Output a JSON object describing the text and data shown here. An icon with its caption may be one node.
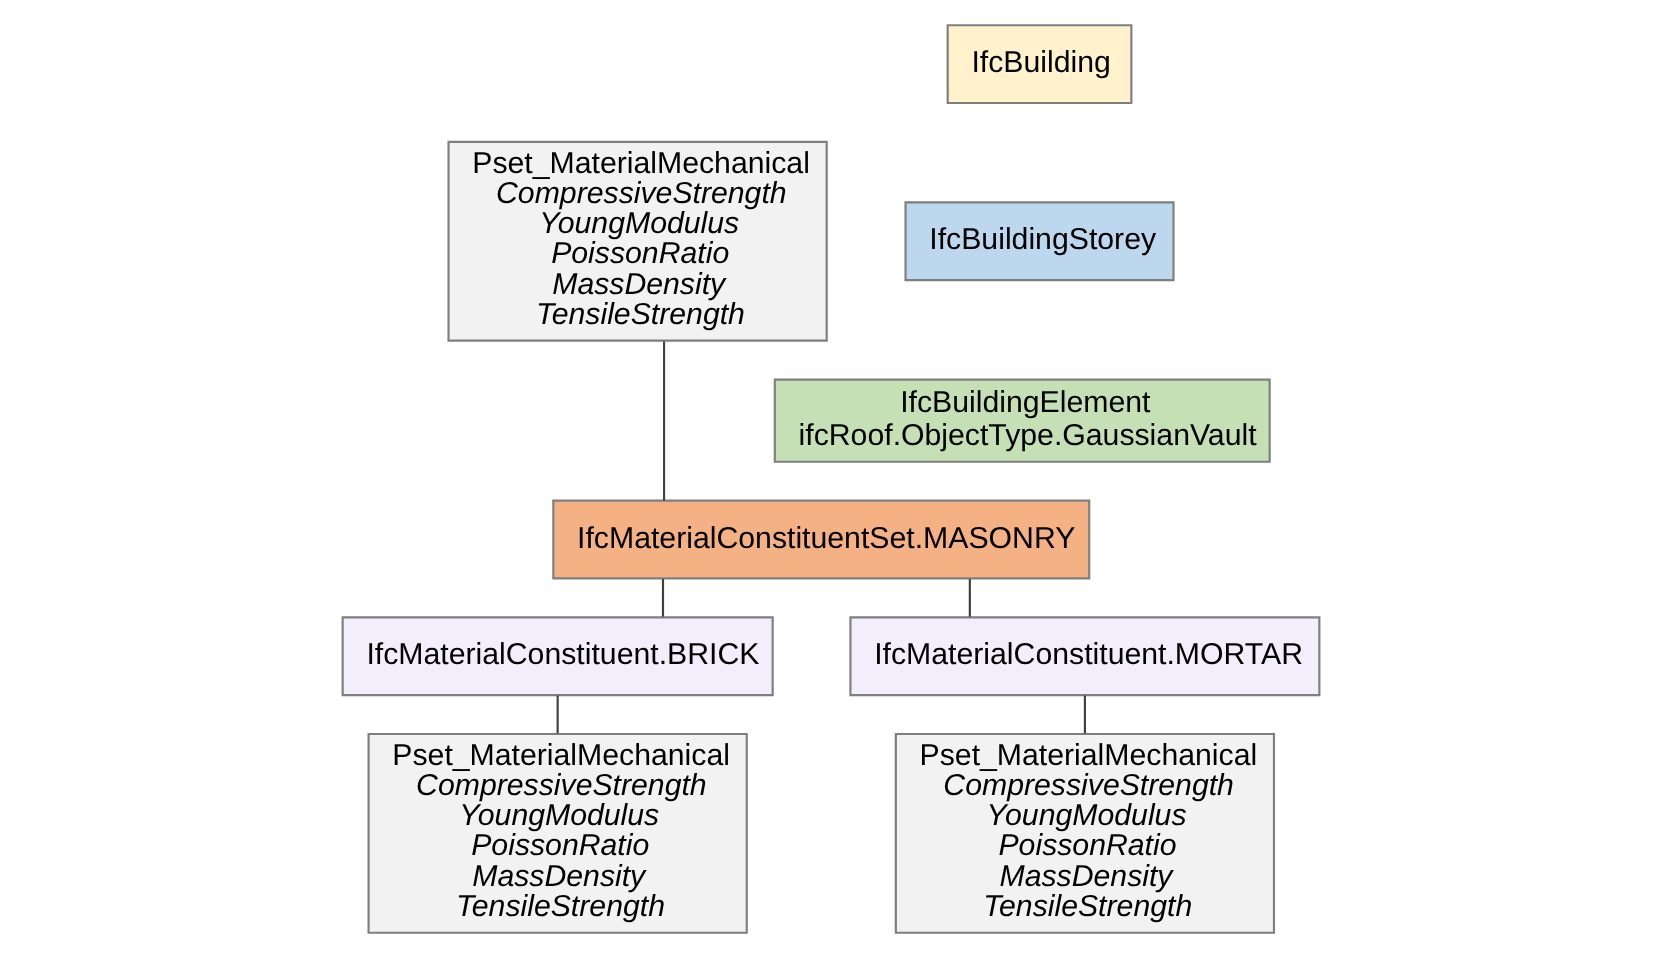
{
  "diagram": {
    "nodes": [
      {
        "text": [
          "Pset_MaterialMechanical",
          "CompressiveStrength",
          "YoungModulus",
          "PoissonRatio",
          "MassDensity",
          "TensileStrength"
        ]
      },
      {
        "text": [
          "IfcBuilding"
        ]
      },
      {
        "text": [
          "IfcBuildingStorey"
        ]
      },
      {
        "text": [
          "IfcBuildingElement",
          "ifcRoof.ObjectType.GaussianVault"
        ]
      },
      {
        "text": [
          "IfcMaterialConstituentSet.MASONRY"
        ]
      },
      {
        "text": [
          "IfcMaterialConstituent.BRICK"
        ]
      },
      {
        "text": [
          "IfcMaterialConstituent.MORTAR"
        ]
      },
      {
        "text": [
          "Pset_MaterialMechanical",
          "CompressiveStrength",
          "YoungModulus",
          "PoissonRatio",
          "MassDensity",
          "TensileStrength"
        ]
      },
      {
        "text": [
          "Pset_MaterialMechanical",
          "CompressiveStrength",
          "YoungModulus",
          "PoissonRatio",
          "MassDensity",
          "TensileStrength"
        ]
      }
    ],
    "edges": [
      {
        "from": 0,
        "to": 4,
        "arrow": "none"
      },
      {
        "from": 4,
        "to": 5,
        "arrow": "none"
      },
      {
        "from": 4,
        "to": 6,
        "arrow": "none"
      },
      {
        "from": 5,
        "to": 7,
        "arrow": "none"
      },
      {
        "from": 6,
        "to": 8,
        "arrow": "none"
      }
    ]
  }
}
